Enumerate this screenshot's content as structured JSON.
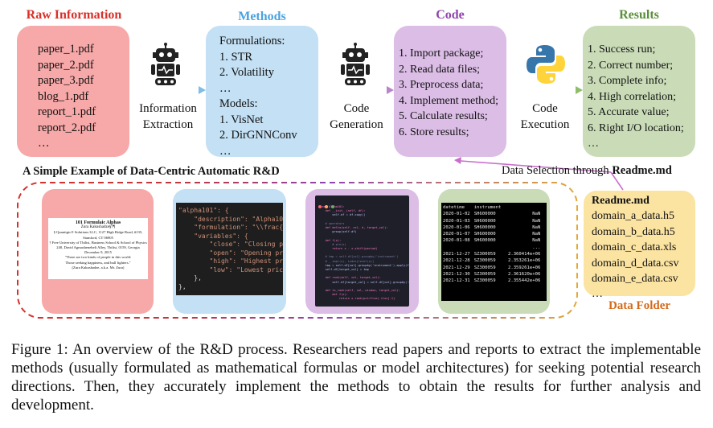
{
  "columns": {
    "raw": {
      "title": "Raw Information",
      "color": "#d9302a",
      "fill": "#f7a8a8",
      "items": [
        "paper_1.pdf",
        "paper_2.pdf",
        "paper_3.pdf",
        "blog_1.pdf",
        "report_1.pdf",
        "report_2.pdf",
        "…"
      ]
    },
    "methods": {
      "title": "Methods",
      "color": "#4aa3df",
      "fill": "#c3e0f4",
      "formulations_label": "Formulations:",
      "formulations": [
        "1. STR",
        "2. Volatility",
        "…"
      ],
      "models_label": "Models:",
      "models": [
        "1. VisNet",
        "2. DirGNNConv",
        "…"
      ]
    },
    "code": {
      "title": "Code",
      "color": "#8e44ad",
      "fill": "#dbbde6",
      "steps": [
        "1. Import package;",
        "2. Read data files;",
        "3. Preprocess data;",
        "4. Implement method;",
        "5. Calculate results;",
        "6. Store results;"
      ]
    },
    "results": {
      "title": "Results",
      "color": "#5b8f3a",
      "fill": "#c9dcb7",
      "items": [
        "1. Success run;",
        "2. Correct number;",
        "3. Complete info;",
        "4. High correlation;",
        "5. Accurate value;",
        "6. Right I/O location;",
        "…"
      ]
    }
  },
  "arrows": {
    "extraction": [
      "Information",
      "Extraction"
    ],
    "generation": [
      "Code",
      "Generation"
    ],
    "execution": [
      "Code",
      "Execution"
    ]
  },
  "data_selection": {
    "prefix": "Data Selection through ",
    "bold": "Readme.md"
  },
  "example_title": "A Simple Example of Data-Centric Automatic R&D",
  "data_folder": {
    "title": "Data Folder",
    "title_color": "#d46a1a",
    "fill": "#fbe3a2",
    "header": "Readme.md",
    "files": [
      "domain_a_data.h5",
      "domain_b_data.h5",
      "domain_c_data.xls",
      "domain_d_data.csv",
      "domain_e_data.csv",
      "…"
    ]
  },
  "paper_thumb": {
    "title": "101 Formulaic Alphas",
    "author": "Zura Kakushadze§†¶",
    "affil": "§ Quantigic® Solutions LLC, 1127 High Ridge Road, #135, Stamford, CT 06905",
    "line3": "† Free University of Tbilisi, Business School & School of Physics",
    "line4": "240, David Agmashenebeli Alley, Tbilisi, 0159, Georgia",
    "date": "December 9, 2015",
    "dedic1": "\"There are two kinds of people in this world:",
    "dedic2": "Those seeking happiness, and bull fighters.\"",
    "dedic3": "(Zura Kakushadze, a.k.a. Mr. Zura)"
  },
  "json_thumb": {
    "lines": [
      "\"alpha101\": {",
      "    \"description\": \"Alpha101 is a",
      "    \"formulation\": \"\\\\frac{(\\\\",
      "    \"variables\": {",
      "        \"close\": \"Closing price",
      "        \"open\": \"Opening price o",
      "        \"high\": \"Highest price d",
      "        \"low\": \"Lowest price of",
      "    },",
      "},"
    ]
  },
  "code_thumb": {
    "lines": [
      "class Alpha101:",
      "    def __init__(self, df):",
      "        self.df = df.copy()",
      "",
      "    # operators",
      "    def delta(self, col, d, target_col):",
      "        group(self.df)",
      "",
      "    def f(x):",
      "        # pre(x)",
      "        return x - x.shift(period)",
      "",
      "    # tmp = self.df[col].groupby('instrument')",
      "    # _ impl(x), index[level(x)]",
      "    tmp = self.df[col].groupby('instrument').apply(f)",
      "    self.df[target_col] = tmp",
      "",
      "    def rank(self, col, target_col):",
      "        self.df[target_col] = self.df[col].groupby('datetime')",
      "",
      "    def ts_rank(self, col, window, target_col):",
      "        def f(x):",
      "            return x.rank(pct=True).iloc[-1]"
    ]
  },
  "table_thumb": {
    "headers": [
      "datetime",
      "instrument",
      ""
    ],
    "rows": [
      [
        "2020-01-02",
        "SH600000",
        "NaN"
      ],
      [
        "2020-01-03",
        "SH600000",
        "NaN"
      ],
      [
        "2020-01-06",
        "SH600000",
        "NaN"
      ],
      [
        "2020-01-07",
        "SH600000",
        "NaN"
      ],
      [
        "2020-01-08",
        "SH600000",
        "NaN"
      ],
      [
        "",
        "",
        "..."
      ],
      [
        "2021-12-27",
        "SZ300059",
        "2.360414e+06"
      ],
      [
        "2021-12-28",
        "SZ300059",
        "2.353261e+06"
      ],
      [
        "2021-12-29",
        "SZ300059",
        "2.359261e+06"
      ],
      [
        "2021-12-30",
        "SZ300059",
        "2.361620e+06"
      ],
      [
        "2021-12-31",
        "SZ300059",
        "2.355442e+06"
      ]
    ]
  },
  "caption": "Figure 1: An overview of the R&D process. Researchers read papers and reports to extract the implementable methods (usually formulated as mathematical formulas or model architectures) for seeking potential research directions. Then, they accurately implement the methods to obtain the results for further analysis and development."
}
